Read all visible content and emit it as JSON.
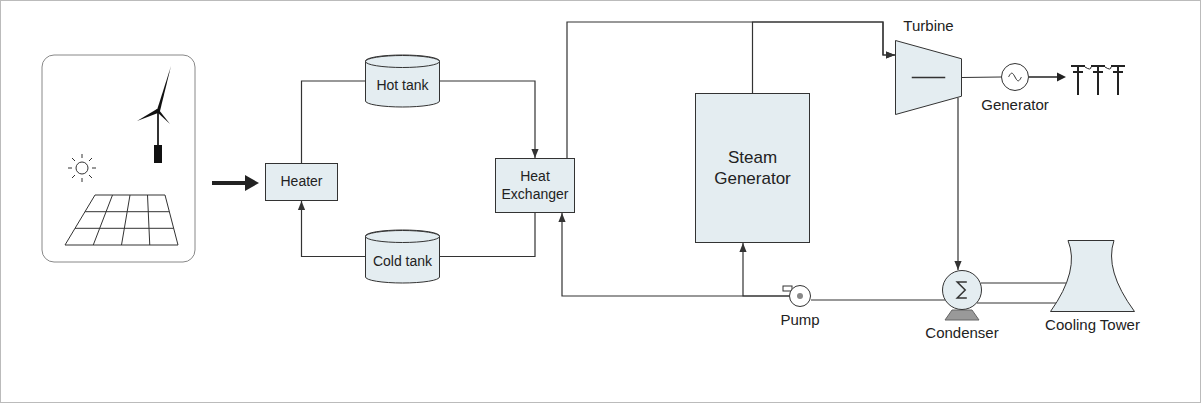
{
  "diagram": {
    "nodes": [
      {
        "text": [
          "Hot tank"
        ]
      },
      {
        "text": [
          "Heater"
        ]
      },
      {
        "text": [
          "Heat Exchanger"
        ]
      },
      {
        "text": [
          "Cold tank"
        ]
      },
      {
        "text": [
          "Steam Generator"
        ]
      },
      {
        "text": [
          "Turbine"
        ]
      },
      {
        "text": [
          "Generator"
        ]
      },
      {
        "text": [
          "Pump"
        ]
      },
      {
        "text": [
          "Condenser"
        ]
      },
      {
        "text": [
          "Cooling Tower"
        ]
      }
    ],
    "edges": [
      {
        "from": 1,
        "to": 0,
        "arrow": "none"
      },
      {
        "from": 0,
        "to": 2,
        "arrow": "to"
      },
      {
        "from": 2,
        "to": 3,
        "arrow": "none"
      },
      {
        "from": 3,
        "to": 1,
        "arrow": "to"
      },
      {
        "from": 2,
        "to": 5,
        "arrow": "to"
      },
      {
        "from": 4,
        "to": 5,
        "arrow": "to"
      },
      {
        "from": 5,
        "to": 6,
        "arrow": "none"
      },
      {
        "from": 5,
        "to": 8,
        "arrow": "to"
      },
      {
        "from": 8,
        "to": 7,
        "arrow": "none"
      },
      {
        "from": 7,
        "to": 2,
        "arrow": "to"
      },
      {
        "from": 7,
        "to": 4,
        "arrow": "to"
      },
      {
        "from": 8,
        "to": 9,
        "arrow": "none"
      },
      {
        "from": 8,
        "to": 9,
        "arrow": "none"
      }
    ]
  }
}
